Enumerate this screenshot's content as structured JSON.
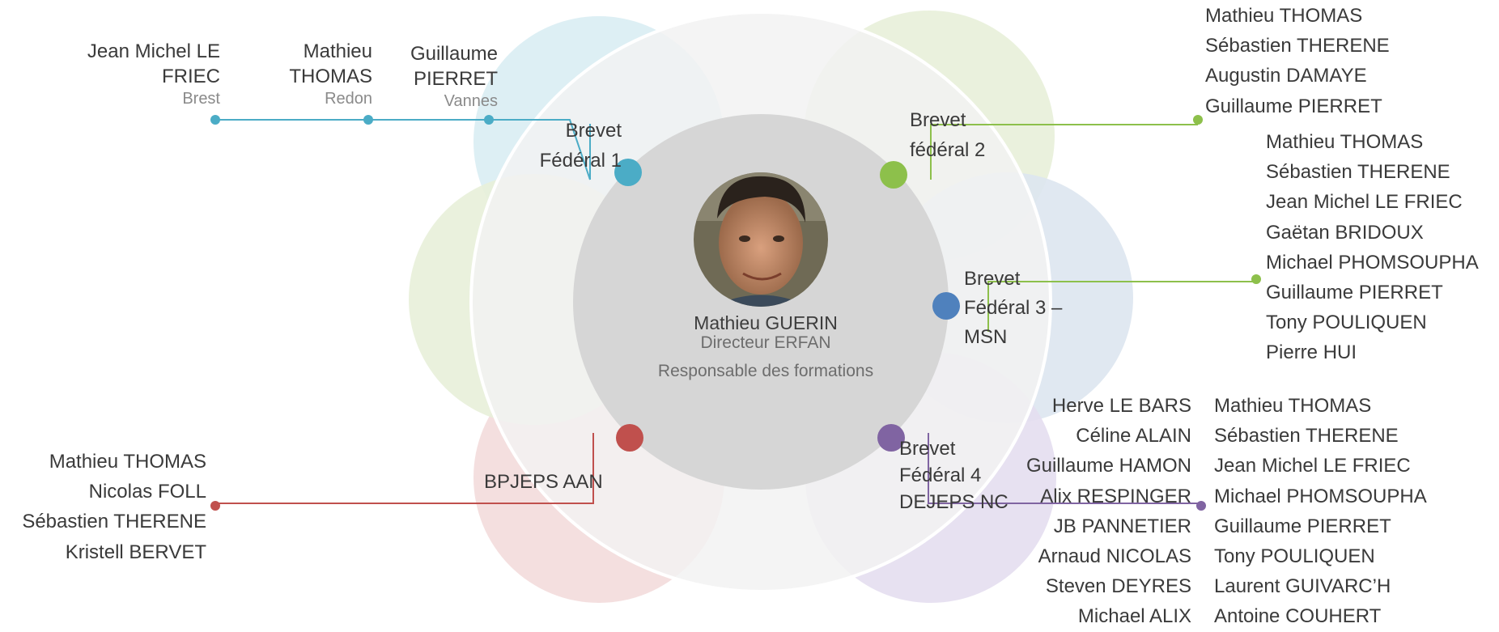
{
  "colors": {
    "bf1": "#4bacc6",
    "bf2": "#8dc04b",
    "bf3": "#4f81bd",
    "bf4": "#8064a2",
    "bpjeps": "#c0504d",
    "green_line": "#8dc04b"
  },
  "center": {
    "name": "Mathieu GUERIN",
    "title": "Directeur ERFAN",
    "role": "Responsable des formations",
    "photo_icon": "person-photo"
  },
  "formations": {
    "bf1": {
      "label": "Brevet Fédéral 1"
    },
    "bf2": {
      "label": "Brevet fédéral 2"
    },
    "bf3": {
      "label": "Brevet Fédéral 3 – MSN"
    },
    "bf4": {
      "label": "Brevet Fédéral 4 DEJEPS NC"
    },
    "bpjeps": {
      "label": "BPJEPS AAN"
    }
  },
  "bf1_people": [
    {
      "name": "Jean Michel LE FRIEC",
      "city": "Brest"
    },
    {
      "name": "Mathieu THOMAS",
      "city": "Redon"
    },
    {
      "name": "Guillaume PIERRET",
      "city": "Vannes"
    }
  ],
  "bf2_people": [
    "Mathieu THOMAS",
    "Sébastien THERENE",
    "Augustin DAMAYE",
    "Guillaume PIERRET"
  ],
  "bf3_people": [
    "Mathieu THOMAS",
    "Sébastien THERENE",
    "Jean Michel LE FRIEC",
    "Gaëtan BRIDOUX",
    "Michael PHOMSOUPHA",
    "Guillaume PIERRET",
    "Tony POULIQUEN",
    "Pierre HUI"
  ],
  "bf4_people_left": [
    "Herve LE BARS",
    "Céline ALAIN",
    "Guillaume HAMON",
    "Alix RESPINGER",
    "JB PANNETIER",
    "Arnaud NICOLAS",
    "Steven DEYRES",
    "Michael ALIX"
  ],
  "bf4_people_right": [
    "Mathieu THOMAS",
    "Sébastien THERENE",
    "Jean Michel LE FRIEC",
    "Michael PHOMSOUPHA",
    "Guillaume PIERRET",
    "Tony POULIQUEN",
    "Laurent GUIVARC’H",
    "Antoine COUHERT"
  ],
  "bpjeps_people": [
    "Mathieu THOMAS",
    "Nicolas FOLL",
    "Sébastien THERENE",
    "Kristell BERVET"
  ]
}
